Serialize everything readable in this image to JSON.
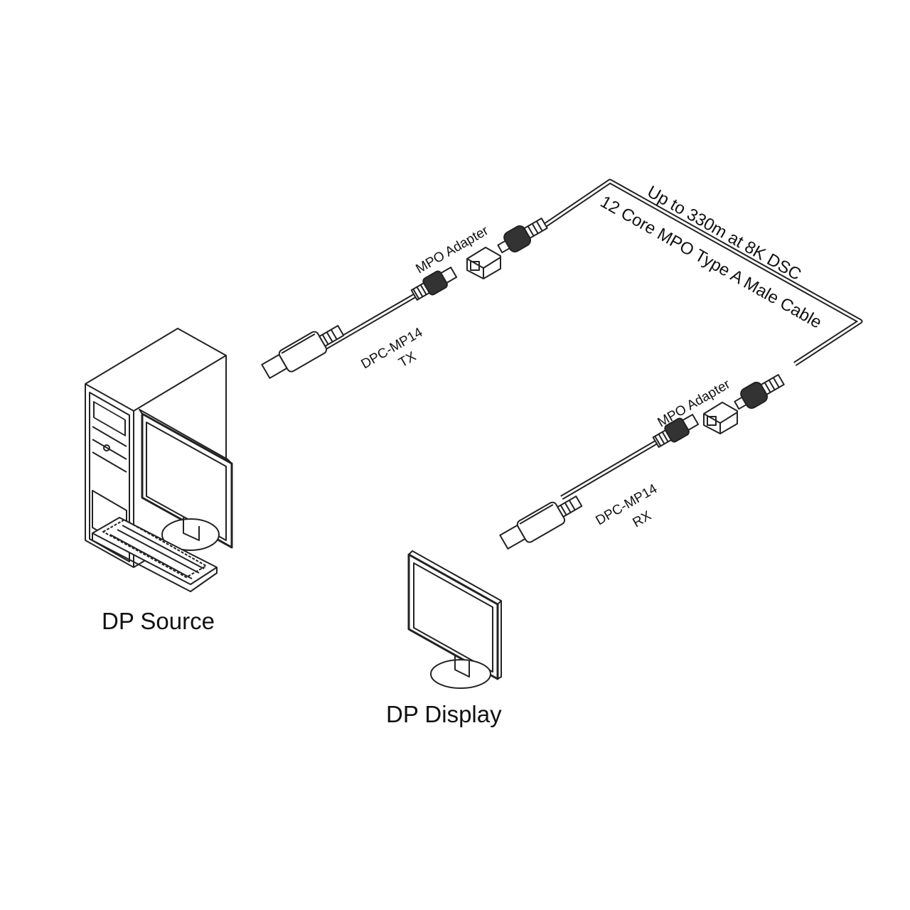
{
  "labels": {
    "dp_source": "DP Source",
    "dp_display": "DP Display",
    "cable_line1": "Up to 330m at 8K DSC",
    "cable_line2": "12 Core MPO Type A Male Cable",
    "tx_adapter": "MPO Adapter",
    "rx_adapter": "MPO Adapter",
    "tx_model": "DPC-MP14",
    "tx_role": "TX",
    "rx_model": "DPC-MP14",
    "rx_role": "RX"
  },
  "colors": {
    "line": "#222222",
    "background": "#ffffff"
  }
}
